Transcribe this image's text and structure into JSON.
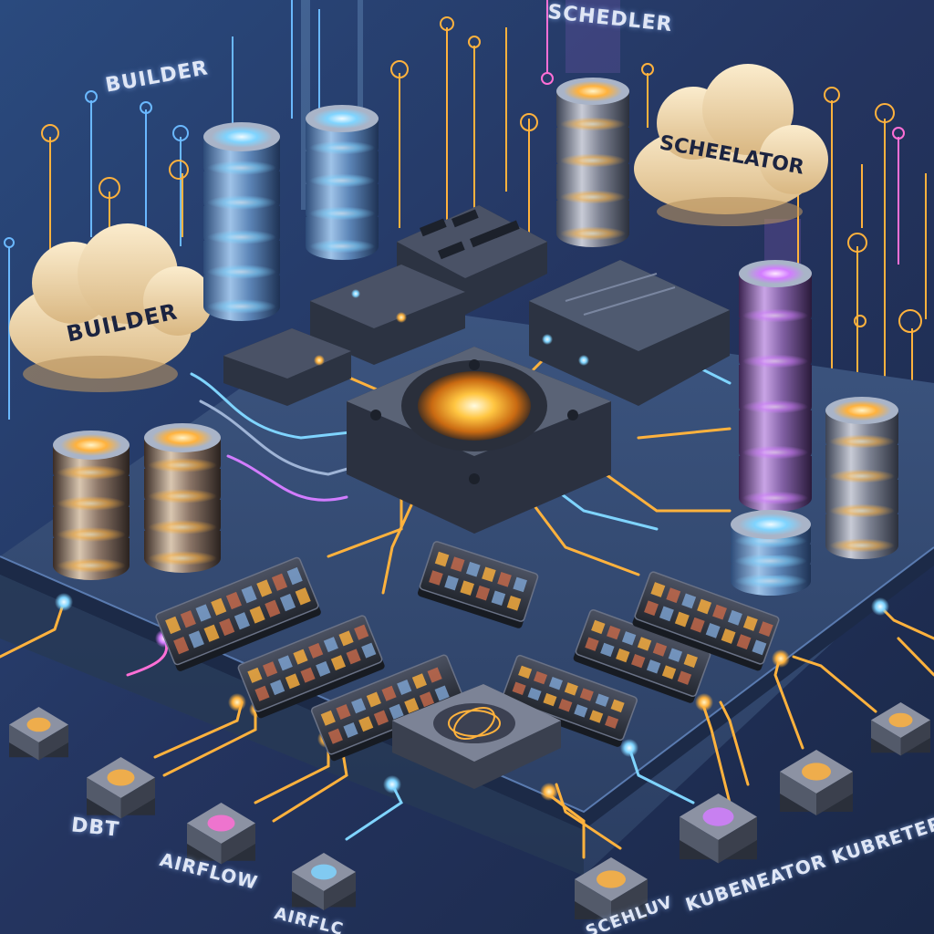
{
  "labels": {
    "builder_top": "BUILDER",
    "scheduler_top": "SCHEDLER",
    "builder_cloud": "BUILDER",
    "scheduler_cloud": "SCHEELATOR",
    "dbt": "DBT",
    "airflow_1": "AIRFLOW",
    "airflow_2": "AIRFLC",
    "kubernetes_1": "KUBENEATOR KUBRETER",
    "kubernetes_2": "SCEHLUV"
  },
  "colors": {
    "background": "#1e2f52",
    "platform": "#33486b",
    "glow_orange": "#ffb23d",
    "glow_blue": "#7fd4ff",
    "glow_purple": "#d27cff",
    "cloud": "#f3dcae"
  },
  "icons": {
    "core": "glowing-core-icon",
    "network": "network-node-icon"
  }
}
